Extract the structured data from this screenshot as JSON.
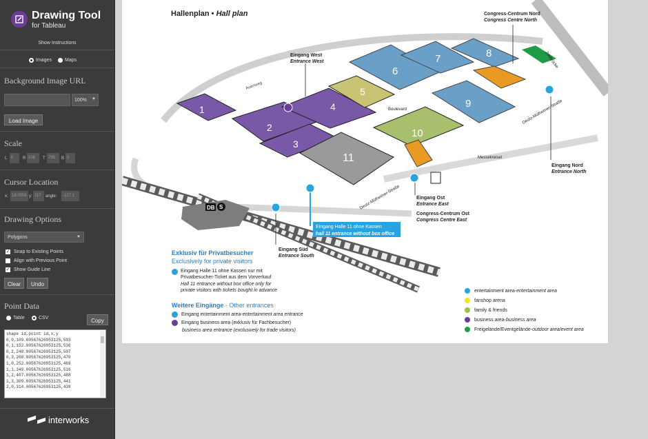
{
  "app": {
    "title": "Drawing Tool",
    "subtitle": "for Tableau",
    "show_instructions": "Show Instructions",
    "mode_options": [
      {
        "label": "Images",
        "selected": true
      },
      {
        "label": "Maps",
        "selected": false
      }
    ]
  },
  "background": {
    "section_title": "Background Image URL",
    "url_value": "",
    "zoom": "100%",
    "load_button": "Load Image"
  },
  "scale": {
    "section_title": "Scale",
    "fields": [
      {
        "label": "L",
        "value": "0"
      },
      {
        "label": "R",
        "value": "108"
      },
      {
        "label": "T",
        "value": "765"
      },
      {
        "label": "B",
        "value": "0"
      }
    ]
  },
  "cursor": {
    "section_title": "Cursor Location",
    "x_label": "x:",
    "x_value": "18.0056",
    "y_label": "y:",
    "y_value": "117",
    "angle_label": "angle:",
    "angle_value": "-127.1"
  },
  "drawing": {
    "section_title": "Drawing Options",
    "shape_type": "Polygons",
    "options": [
      {
        "label": "Snap to Existing Points",
        "checked": true
      },
      {
        "label": "Align with Previous Point",
        "checked": false
      },
      {
        "label": "Show Guide Line",
        "checked": true
      }
    ],
    "clear_button": "Clear",
    "undo_button": "Undo"
  },
  "point_data": {
    "section_title": "Point Data",
    "formats": [
      {
        "label": "Table",
        "selected": false
      },
      {
        "label": "CSV",
        "selected": true
      }
    ],
    "copy_button": "Copy",
    "csv_lines": [
      "shape id,point id,x,y",
      "0,0,109.00567626953125,503",
      "0,1,152.00567626953125,536",
      "0,2,248.00567626953125,507",
      "0,3,208.00567626953125,470",
      "1,0,252.00567626953125,469",
      "1,1,349.00567626953125,516",
      "1,2,407.00567626953125,488",
      "1,3,309.00567626953125,441",
      "2,0,314.00567626953125,438"
    ]
  },
  "footer": {
    "brand": "interworks"
  },
  "map": {
    "title_de": "Hallenplan",
    "title_sep": " • ",
    "title_en": "Hall plan",
    "halls": [
      "1",
      "2",
      "3",
      "4",
      "5",
      "6",
      "7",
      "8",
      "9",
      "10",
      "11"
    ],
    "streets": [
      "Auenweg",
      "Boulevard",
      "Zoobrücke",
      "Deutz-Mülheimer-Straße",
      "Messekreisel"
    ],
    "labels": {
      "congress_north_de": "Congress-Centrum Nord",
      "congress_north_en": "Congress Centre North",
      "eingang_west_de": "Eingang West",
      "eingang_west_en": "Entrance West",
      "eingang_nord_de": "Eingang Nord",
      "eingang_nord_en": "Entrance North",
      "eingang_ost_de": "Eingang Ost",
      "eingang_ost_en": "Entrance East",
      "congress_ost_de": "Congress-Centrum Ost",
      "congress_ost_en": "Congress Centre East",
      "eingang_sued_de": "Eingang Süd",
      "eingang_sued_en": "Entrance South",
      "hall11_box_de": "Eingang Halle 11 ohne Kassen",
      "hall11_box_en": "hall 11 entrance without box office",
      "station_db": "DB",
      "station_s": "S"
    },
    "private": {
      "title_de": "Exklusiv für Privatbesucher",
      "title_en": "Exclusively for private visitors",
      "line1": "Eingang Halle 11 ohne Kassen nur mit",
      "line2": "Privatbesucher-Ticket aus dem Vorverkauf",
      "line3": "Hall 11 entrance without box office only for",
      "line4": "private visitors with tickets bought in advance"
    },
    "other_entrances": {
      "title_de": "Weitere Eingänge",
      "title_sep": " - ",
      "title_en": "Other entrances",
      "entertainment_de": "Eingang entertainment area",
      "entertainment_en": "entertainment area entrance",
      "business_de": "Eingang business area (exklusiv für Fachbesucher)",
      "business_en": "business area entrance (exclusively for trade visitors)",
      "sep": " - "
    },
    "legend": [
      {
        "label_de": "entertainment area",
        "label_en": "entertainment area",
        "color": "#29a3df"
      },
      {
        "label_de": "fanshop arena",
        "label_en": "",
        "color": "#f2e52a"
      },
      {
        "label_de": "family & friends",
        "label_en": "",
        "color": "#9cc14a"
      },
      {
        "label_de": "business area",
        "label_en": "business area",
        "color": "#6b3d99"
      },
      {
        "label_de": "Freigelände/Eventgelände",
        "label_en": "outdoor area/event area",
        "color": "#1f9c47"
      }
    ]
  }
}
